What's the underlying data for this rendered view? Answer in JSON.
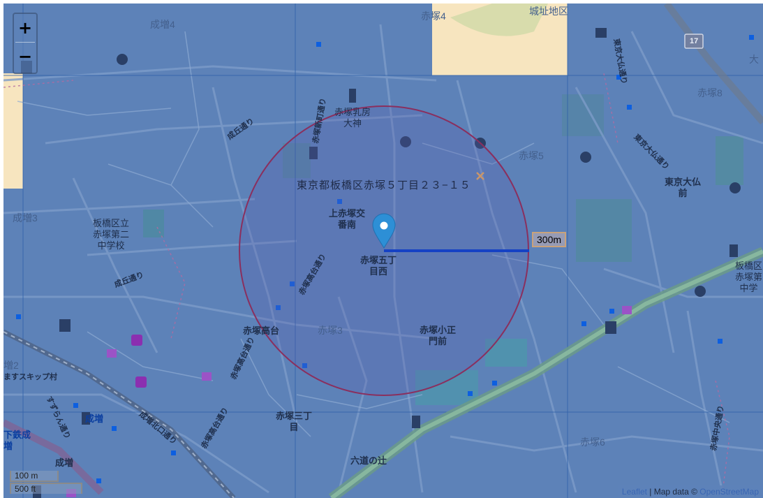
{
  "map": {
    "address": "東京都板橋区赤塚５丁目２３−１５",
    "distance_label": "300m",
    "areas": {
      "narimasu4": "成増4",
      "akatsuka4": "赤塚4",
      "joshi": "城址地区",
      "akatsuka8": "赤塚8",
      "akatsuka5": "赤塚5",
      "narimasu3": "成増3",
      "akatsuka3": "赤塚3",
      "akatsuka6": "赤塚6",
      "ot": "大",
      "masu2": "増2"
    },
    "pois": {
      "inari_line1": "赤塚乳房",
      "inari_line2": "大神",
      "school_line1": "板橋区立",
      "school_line2": "赤塚第二",
      "school_line3": "中学校",
      "kami_line1": "上赤塚交",
      "kami_line2": "番南",
      "go_line1": "赤塚五丁",
      "go_line2": "目西",
      "takadai": "赤塚高台",
      "sho_line1": "赤塚小正",
      "sho_line2": "門前",
      "san_line1": "赤塚三丁",
      "san_line2": "目",
      "rokudo": "六道の辻",
      "daibutsu_line1": "東京大仏",
      "daibutsu_line2": "前",
      "right_line1": "板橋区",
      "right_line2": "赤塚第",
      "right_line3": "中学",
      "narimasu_st": "成増",
      "narimasu_st2": "成増",
      "shimo_line1": "下鉄成",
      "shimo_line2": "増",
      "skip": "ますスキップ村"
    },
    "roads": {
      "narioka1": "成丘通り",
      "narioka2": "成丘通り",
      "takadai_dori": "赤塚高台通り",
      "takadai_dori2": "赤塚高台通り",
      "takadai_dori3": "赤塚高台通り",
      "shinmachi": "赤塚新町通り",
      "daibutsu_dori": "東京大仏通り",
      "daibutsu_dori2": "東京大仏通り",
      "kita": "成増北口通り",
      "suzuran": "すずらん通り",
      "chuo": "赤塚中央通り",
      "route17": "17"
    }
  },
  "controls": {
    "zoom_in": "+",
    "zoom_out": "−"
  },
  "scale": {
    "metric": "100 m",
    "imperial": "500 ft"
  },
  "attribution": {
    "leaflet": "Leaflet",
    "separator": " | Map data © ",
    "osm": "OpenStreetMap"
  },
  "colors": {
    "overlay": "#5d82b8",
    "circle_stroke": "#8a2f5e",
    "distance_line": "#1541c4",
    "marker": "#2d8fd6"
  }
}
